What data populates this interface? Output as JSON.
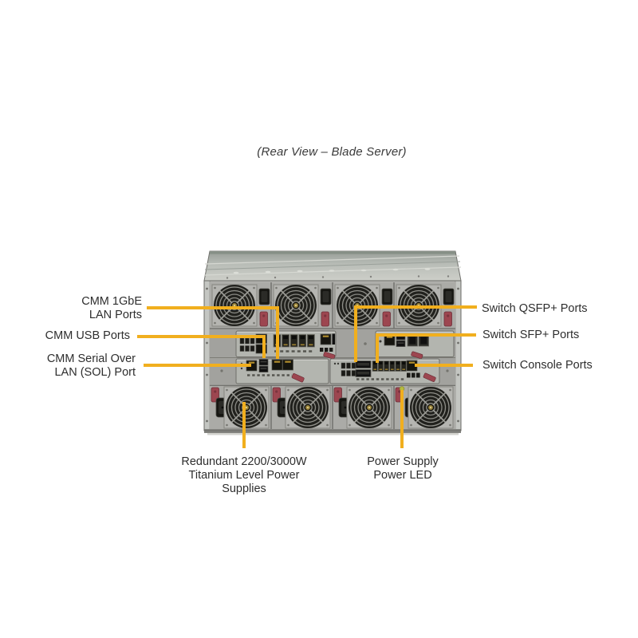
{
  "title": "(Rear View – Blade Server)",
  "colors": {
    "callout": "#F1AF1E",
    "chassis_gray": "#a8a8a4",
    "latch_red": "#9d4650",
    "led_green": "#b7bb3e"
  },
  "callouts": {
    "left": [
      {
        "id": "cmm-lan",
        "label": "CMM 1GbE\nLAN Ports"
      },
      {
        "id": "cmm-usb",
        "label": "CMM USB Ports"
      },
      {
        "id": "cmm-sol",
        "label": "CMM Serial Over\nLAN (SOL) Port"
      }
    ],
    "right": [
      {
        "id": "switch-qsfp",
        "label": "Switch QSFP+ Ports"
      },
      {
        "id": "switch-sfp",
        "label": "Switch SFP+ Ports"
      },
      {
        "id": "switch-console",
        "label": "Switch Console Ports"
      }
    ],
    "bottom": [
      {
        "id": "psu",
        "label": "Redundant 2200/3000W\nTitanium Level Power\nSupplies"
      },
      {
        "id": "psu-led",
        "label": "Power Supply\nPower LED"
      }
    ]
  }
}
